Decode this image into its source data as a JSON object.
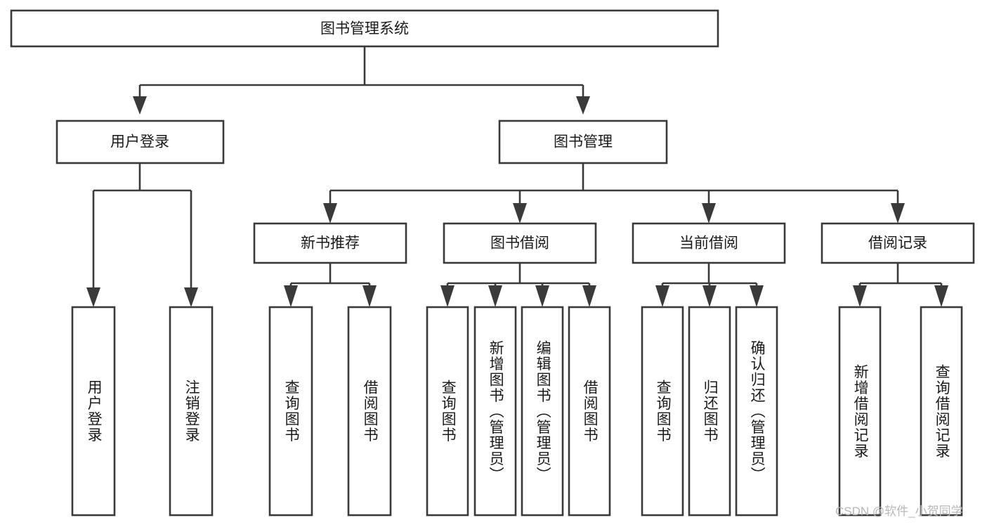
{
  "diagram": {
    "title": "图书管理系统",
    "type": "tree-hierarchy-diagram",
    "watermark": "CSDN @软件_小贺同学",
    "colors": {
      "box_fill": "#ffffff",
      "box_stroke": "#3a3a3a",
      "text": "#1a1a1a",
      "background": "#ffffff",
      "watermark": "#b8b8b8"
    },
    "root": {
      "label": "图书管理系统"
    },
    "level2": [
      {
        "label": "用户登录"
      },
      {
        "label": "图书管理"
      }
    ],
    "level3": [
      {
        "label": "新书推荐"
      },
      {
        "label": "图书借阅"
      },
      {
        "label": "当前借阅"
      },
      {
        "label": "借阅记录"
      }
    ],
    "leaves_user_login": [
      {
        "label": "用户登录"
      },
      {
        "label": "注销登录"
      }
    ],
    "leaves_new_book": [
      {
        "label": "查询图书"
      },
      {
        "label": "借阅图书"
      }
    ],
    "leaves_borrow": [
      {
        "label": "查询图书"
      },
      {
        "label": "新增图书（管理员）"
      },
      {
        "label": "编辑图书（管理员）"
      },
      {
        "label": "借阅图书"
      }
    ],
    "leaves_current": [
      {
        "label": "查询图书"
      },
      {
        "label": "归还图书"
      },
      {
        "label": "确认归还（管理员）"
      }
    ],
    "leaves_records": [
      {
        "label": "新增借阅记录"
      },
      {
        "label": "查询借阅记录"
      }
    ]
  }
}
